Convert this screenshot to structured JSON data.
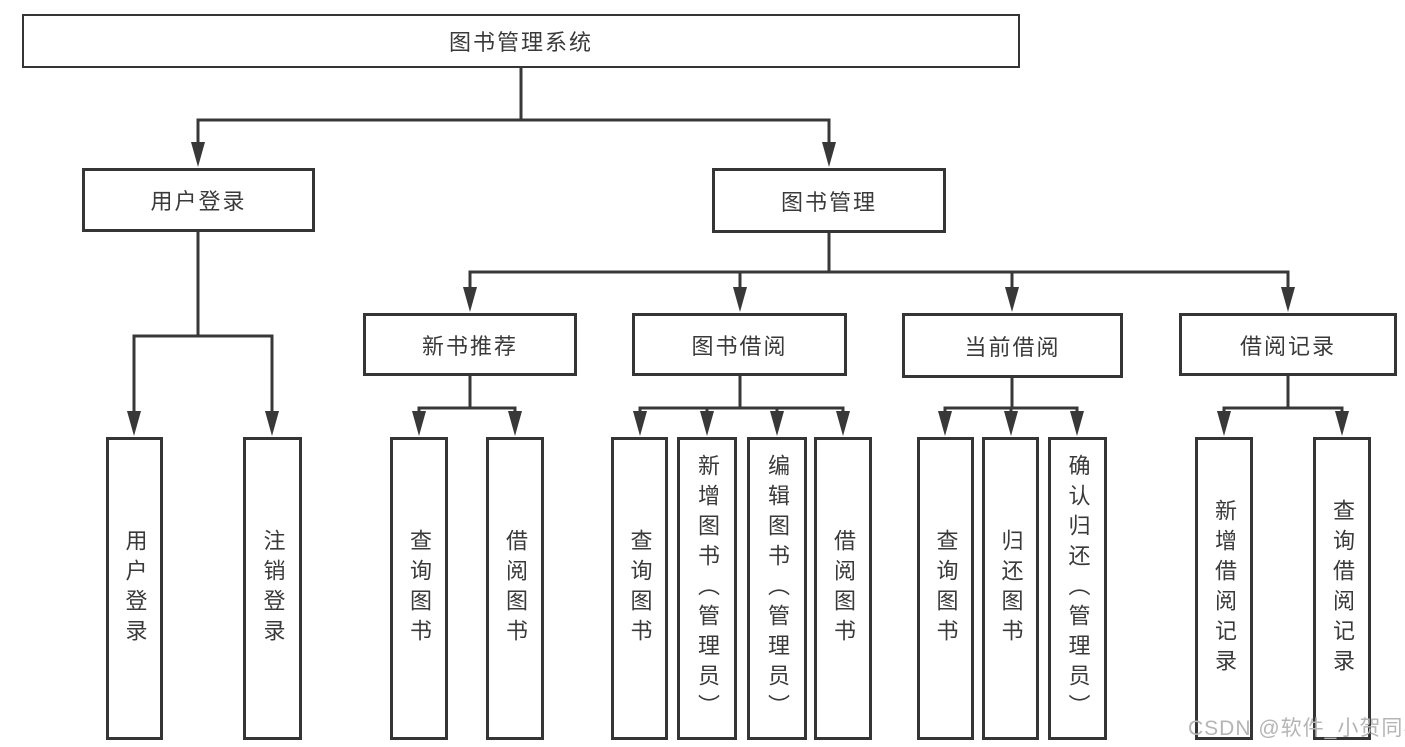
{
  "tree": {
    "root": {
      "label": "图书管理系统"
    },
    "branches": [
      {
        "label": "用户登录",
        "children": [
          {
            "label": "用户登录"
          },
          {
            "label": "注销登录"
          }
        ]
      },
      {
        "label": "图书管理",
        "children": [
          {
            "label": "新书推荐",
            "children": [
              {
                "label": "查询图书"
              },
              {
                "label": "借阅图书"
              }
            ]
          },
          {
            "label": "图书借阅",
            "children": [
              {
                "label": "查询图书"
              },
              {
                "label": "新增图书（管理员）"
              },
              {
                "label": "编辑图书（管理员）"
              },
              {
                "label": "借阅图书"
              }
            ]
          },
          {
            "label": "当前借阅",
            "children": [
              {
                "label": "查询图书"
              },
              {
                "label": "归还图书"
              },
              {
                "label": "确认归还（管理员）"
              }
            ]
          },
          {
            "label": "借阅记录",
            "children": [
              {
                "label": "新增借阅记录"
              },
              {
                "label": "查询借阅记录"
              }
            ]
          }
        ]
      }
    ]
  },
  "watermark": {
    "text": "CSDN @软件_小贺同学"
  },
  "colors": {
    "line": "#383838",
    "box_border": "#353535",
    "text": "#3a3a3a",
    "watermark": "#b5b5b5",
    "background": "#ffffff"
  }
}
